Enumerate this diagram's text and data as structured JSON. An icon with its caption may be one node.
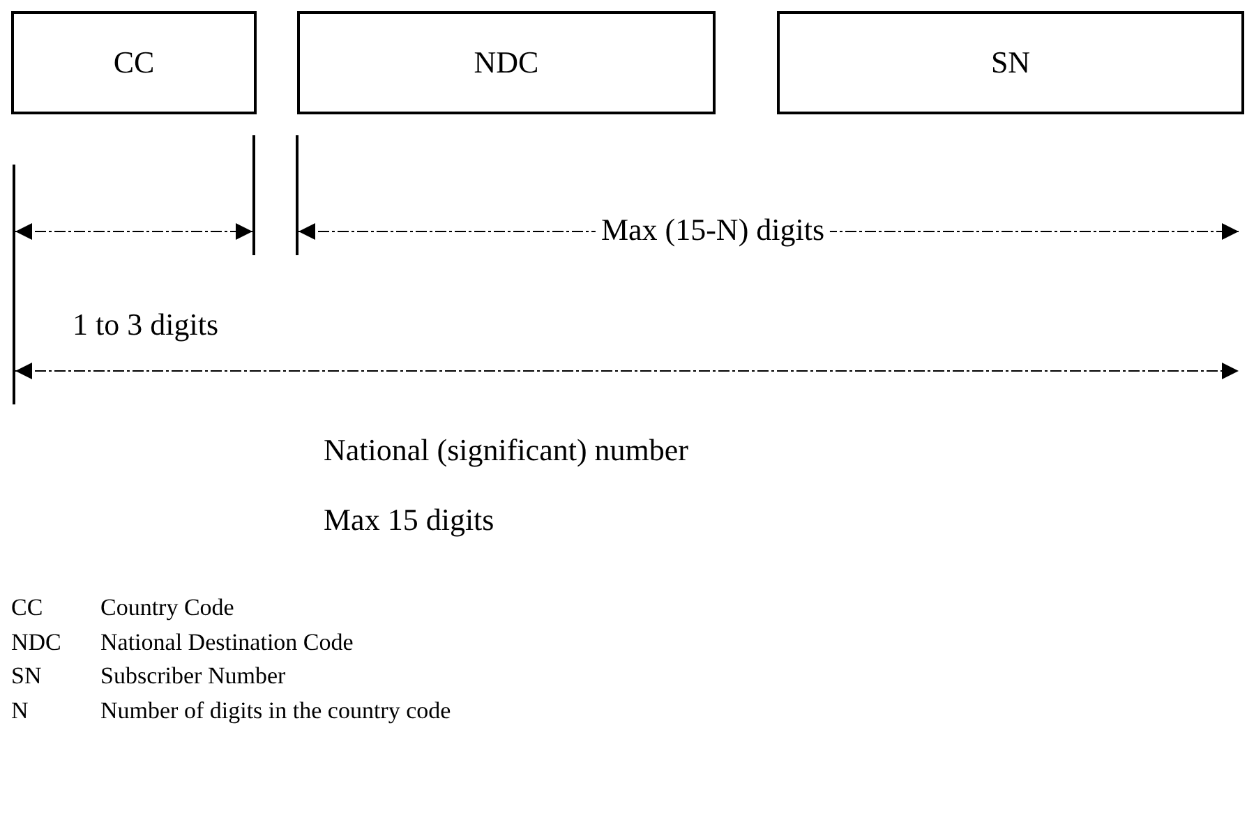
{
  "diagram": {
    "nodes": [
      {
        "text": [
          "CC"
        ]
      },
      {
        "text": [
          "NDC"
        ]
      },
      {
        "text": [
          "SN"
        ]
      }
    ],
    "labels": [
      "Max (15-N) digits",
      "1 to 3 digits",
      "National (significant) number",
      "Max 15 digits",
      "CC",
      "Country Code",
      "NDC",
      "National Destination Code",
      "SN",
      "Subscriber Number",
      "N",
      "Number of digits in the country code"
    ]
  }
}
